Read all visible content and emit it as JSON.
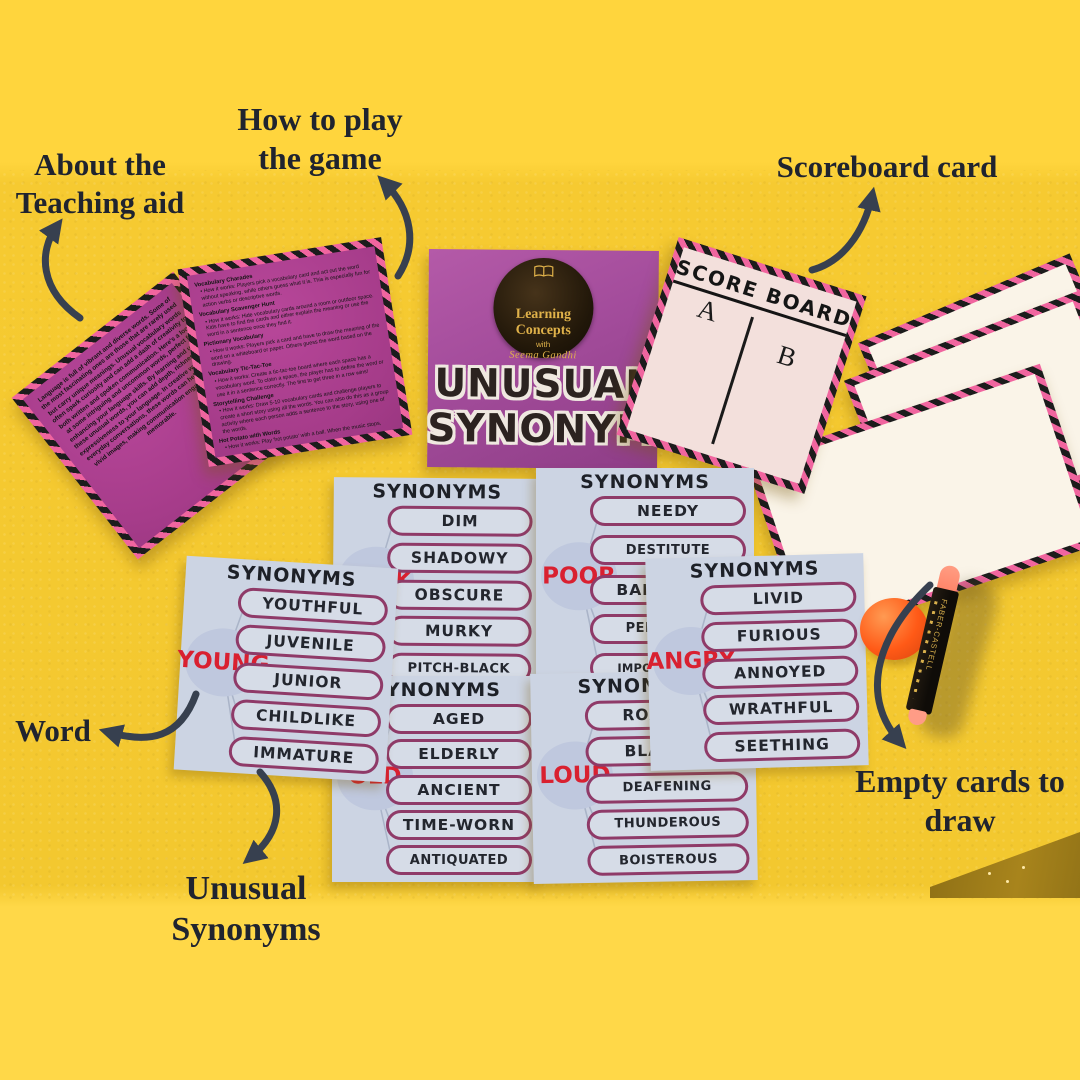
{
  "annotations": {
    "about": {
      "line1": "About the",
      "line2": "Teaching aid"
    },
    "how_to_play": {
      "line1": "How to play",
      "line2": "the game"
    },
    "scoreboard": "Scoreboard card",
    "word": "Word",
    "unusual": {
      "line1": "Unusual",
      "line2": "Synonyms"
    },
    "empty_cards": {
      "line1": "Empty cards to",
      "line2": "draw"
    }
  },
  "title_card": {
    "logo": {
      "line1": "Learning",
      "line2": "Concepts",
      "line3": "with",
      "line4": "Seema Gandhi"
    },
    "title_line1": "UNUSUAL",
    "title_line2": "SYNONYMS"
  },
  "scoreboard_card": {
    "title": "SCORE BOARD",
    "team_a": "A",
    "team_b": "B"
  },
  "about_card": {
    "text": "Language is full of vibrant and diverse words. Some of the most fascinating ones are those that are rarely used but carry unique meanings. Unusual vocabulary words often spark curiosity and can add a dash of creativity to both written and spoken communication. Here's a look at some intriguing and uncommon words, perfect for enhancing your language skills. By learning and using these unusual words, you can add depth, richness and expressiveness to your language. In creative writing or everyday conversations, these words can help create vivid images, making communication engaging and memorable."
  },
  "how_to_play_card": {
    "sections": [
      {
        "heading": "Vocabulary Charades",
        "body": "How it works: Players pick a vocabulary card and act out the word without speaking, while others guess what it is. This is especially fun for action verbs or descriptive words."
      },
      {
        "heading": "Vocabulary Scavenger Hunt",
        "body": "How it works: Hide vocabulary cards around a room or outdoor space. Kids have to find the cards and either explain the meaning or use the word in a sentence once they find it."
      },
      {
        "heading": "Pictionary Vocabulary",
        "body": "How it works: Players pick a card and have to draw the meaning of the word on a whiteboard or paper. Others guess the word based on the drawing."
      },
      {
        "heading": "Vocabulary Tic-Tac-Toe",
        "body": "How it works: Create a tic-tac-toe board where each space has a vocabulary word. To claim a space, the player has to define the word or use it in a sentence correctly. The first to get three in a row wins!"
      },
      {
        "heading": "Storytelling Challenge",
        "body": "How it works: Draw 5-10 vocabulary cards and challenge players to create a short story using all the words. You can also do this as a group activity where each person adds a sentence to the story, using one of the words."
      },
      {
        "heading": "Hot Potato with Words",
        "body": "How it works: Play 'hot potato' with a ball. When the music stops, whoever has the ball must define or use a vocabulary word from a card."
      }
    ]
  },
  "synonym_cards": {
    "header": "SYNONYMS",
    "young": {
      "word": "YOUNG",
      "synonyms": [
        "YOUTHFUL",
        "JUVENILE",
        "JUNIOR",
        "CHILDLIKE",
        "IMMATURE"
      ]
    },
    "dark": {
      "word": "DARK",
      "synonyms": [
        "DIM",
        "SHADOWY",
        "OBSCURE",
        "MURKY",
        "PITCH-BLACK"
      ]
    },
    "poor": {
      "word": "POOR",
      "synonyms": [
        "NEEDY",
        "DESTITUTE",
        "BANKRUPT",
        "PENNILESS",
        "IMPOVERISHED"
      ]
    },
    "angry": {
      "word": "ANGRY",
      "synonyms": [
        "LIVID",
        "FURIOUS",
        "ANNOYED",
        "WRATHFUL",
        "SEETHING"
      ]
    },
    "old": {
      "word": "OLD",
      "synonyms": [
        "AGED",
        "ELDERLY",
        "ANCIENT",
        "TIME-WORN",
        "ANTIQUATED"
      ]
    },
    "loud": {
      "word": "LOUD",
      "synonyms": [
        "ROARING",
        "BLARING",
        "DEAFENING",
        "THUNDEROUS",
        "BOISTEROUS"
      ]
    }
  },
  "marker": {
    "brand": "FABER-CASTELL"
  },
  "colors": {
    "background_yellow": "#f3c82f",
    "purple_card": "#a63c8a",
    "stripe_pink": "#f0659f",
    "synonym_card_blue": "#ccd4e3",
    "pill_outline": "#8f3a68",
    "word_red": "#d92030",
    "scoreboard_pink": "#f3e0dc",
    "arrow_ink": "#37404f",
    "logo_gold": "#e0b24a"
  }
}
